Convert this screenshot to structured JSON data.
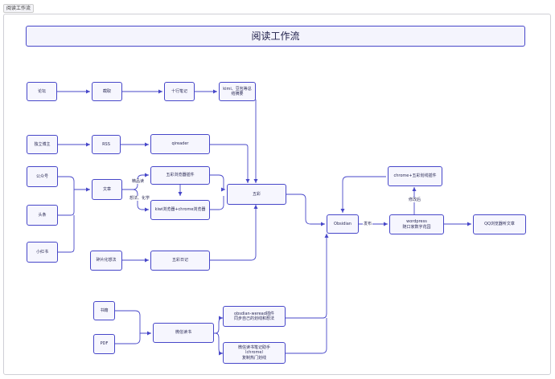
{
  "frame_label": "阅读工作流",
  "title": "阅读工作流",
  "nodes": {
    "forum": "论坛",
    "screenshot": "截取",
    "notes10": "十行笔记",
    "kimi": "kimi、豆包等总\n结摘要",
    "indie_blog": "独立博主",
    "rss": "RSS",
    "qireader": "qireader",
    "gzh": "公众号",
    "article": "文章",
    "cube_plugin": "五彩浏览器插件",
    "kiwi": "kiwi浏览器+chrome浏览器",
    "wucai": "五彩",
    "toutiao": "头条",
    "xhs": "小红书",
    "fragment_idea": "碎片化想法",
    "wucai_diary": "五彩日记",
    "books": "书籍",
    "pdf": "PDF",
    "wx_read": "微信读书",
    "obs_weread": "obsdian-weread插件\n同步自己的划线和想法",
    "wx_note": "微信读书笔记助手\n（chrome）\n复制热门划线",
    "obsidian": "Obsidian",
    "wordpress": "wordpress\n随口家数字花园",
    "chrome_wucai": "chrome+五彩划线插件",
    "qq": "QQ浏览器听文章"
  },
  "edge_labels": {
    "shortcut": "精品读",
    "thoughts": "想法、化学",
    "publish": "发布",
    "revise": "修改后"
  }
}
